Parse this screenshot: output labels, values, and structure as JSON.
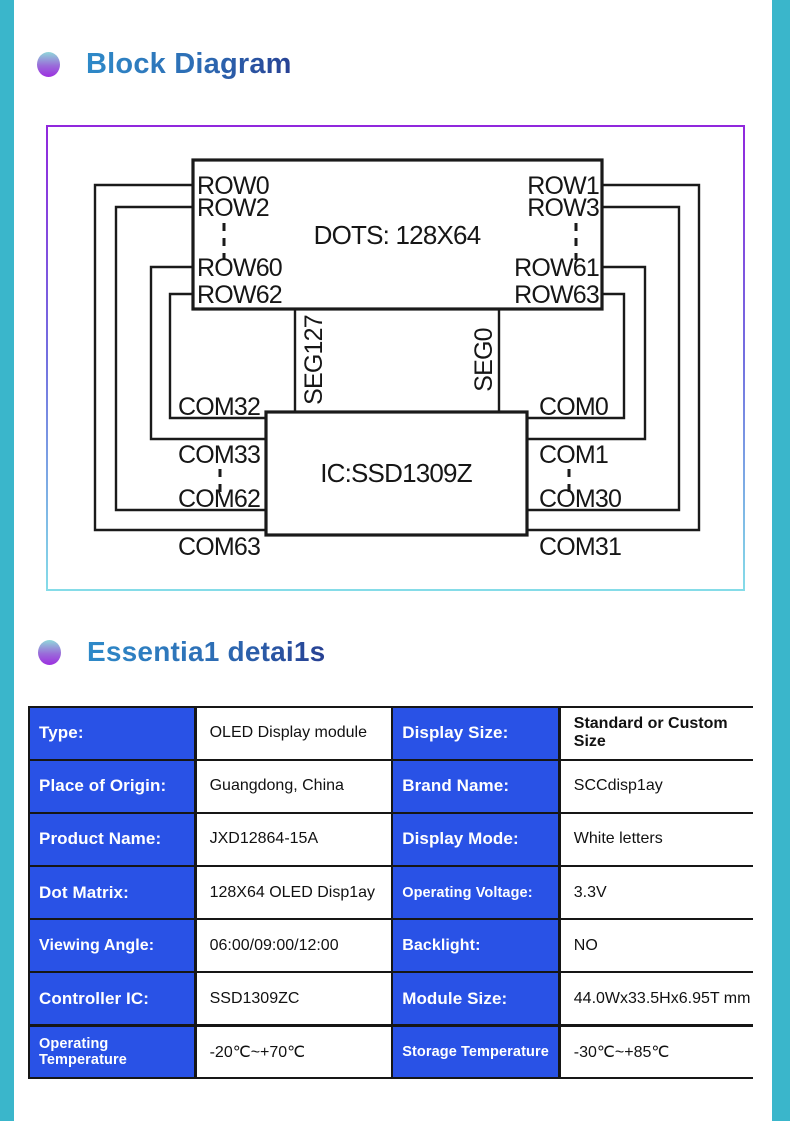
{
  "page": {
    "accent_teal": "#3ab6cb",
    "label_blue": "#2952e6",
    "heading_gradient": [
      "#2e8bc9",
      "#273f92"
    ],
    "bullet_gradient": [
      "#90d7da",
      "#9c2fe0"
    ],
    "frame_gradient": [
      "#9128dd",
      "#85dce8"
    ]
  },
  "sections": {
    "block_diagram_title": "Block Diagram",
    "essential_details_title": "Essentia1 detai1s"
  },
  "diagram": {
    "dots_label": "DOTS: 128X64",
    "ic_label": "IC:SSD1309Z",
    "seg_left": "SEG127",
    "seg_right": "SEG0",
    "rows": {
      "top_left_1": "ROW0",
      "top_left_2": "ROW2",
      "top_right_1": "ROW1",
      "top_right_2": "ROW3",
      "bottom_left_1": "ROW60",
      "bottom_left_2": "ROW62",
      "bottom_right_1": "ROW61",
      "bottom_right_2": "ROW63"
    },
    "coms": {
      "left_1": "COM32",
      "left_2": "COM33",
      "left_3": "COM62",
      "left_4": "COM63",
      "right_1": "COM0",
      "right_2": "COM1",
      "right_3": "COM30",
      "right_4": "COM31"
    }
  },
  "table": {
    "rows": [
      {
        "label1": "Type:",
        "value1": "OLED Display module",
        "label2": "Display Size:",
        "value2": "Standard or Custom Size"
      },
      {
        "label1": "Place of Origin:",
        "value1": "Guangdong, China",
        "label2": "Brand Name:",
        "value2": "SCCdisp1ay"
      },
      {
        "label1": "Product Name:",
        "value1": "JXD12864-15A",
        "label2": "Display Mode:",
        "value2": "White letters"
      },
      {
        "label1": "Dot Matrix:",
        "value1": "128X64 OLED Disp1ay",
        "label2": "Operating Voltage:",
        "value2": "3.3V"
      },
      {
        "label1": "Viewing Angle:",
        "value1": "06:00/09:00/12:00",
        "label2": "Backlight:",
        "value2": "NO"
      },
      {
        "label1": "Controller IC:",
        "value1": "SSD1309ZC",
        "label2": "Module Size:",
        "value2": "44.0Wx33.5Hx6.95T mm"
      },
      {
        "label1": "Operating Temperature",
        "value1": "-20℃~+70℃",
        "label2": "Storage Temperature",
        "value2": "-30℃~+85℃"
      }
    ]
  }
}
